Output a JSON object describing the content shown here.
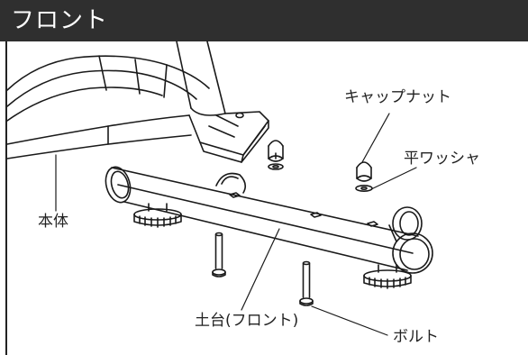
{
  "header": {
    "title": "フロント"
  },
  "labels": {
    "cap_nut": "キャップナット",
    "flat_washer": "平ワッシャ",
    "main_body": "本体",
    "front_base": "土台(フロント)",
    "bolt": "ボルト"
  },
  "colors": {
    "header_bg": "#2f2f2f",
    "header_text": "#ffffff",
    "line": "#1a1a1a"
  }
}
